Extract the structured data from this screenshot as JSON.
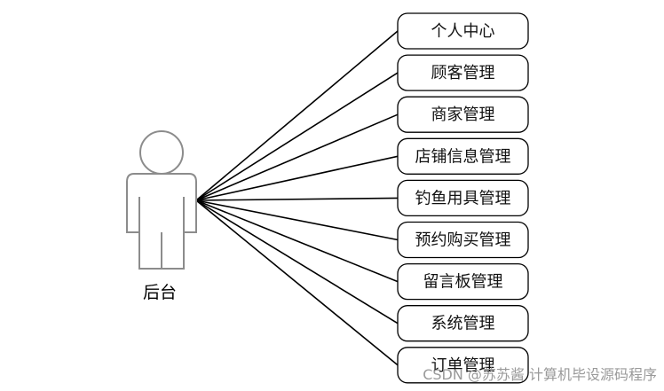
{
  "actor": {
    "label": "后台"
  },
  "use_cases": [
    "个人中心",
    "顾客管理",
    "商家管理",
    "店铺信息管理",
    "钓鱼用具管理",
    "预约购买管理",
    "留言板管理",
    "系统管理",
    "订单管理"
  ],
  "watermark": {
    "text": "CSDN @苏苏酱    计算机毕设源码程序"
  },
  "colors": {
    "actor_stroke": "#8c8c8c",
    "line": "#000000",
    "box_stroke": "#000000",
    "watermark": "#9a9a9a"
  }
}
